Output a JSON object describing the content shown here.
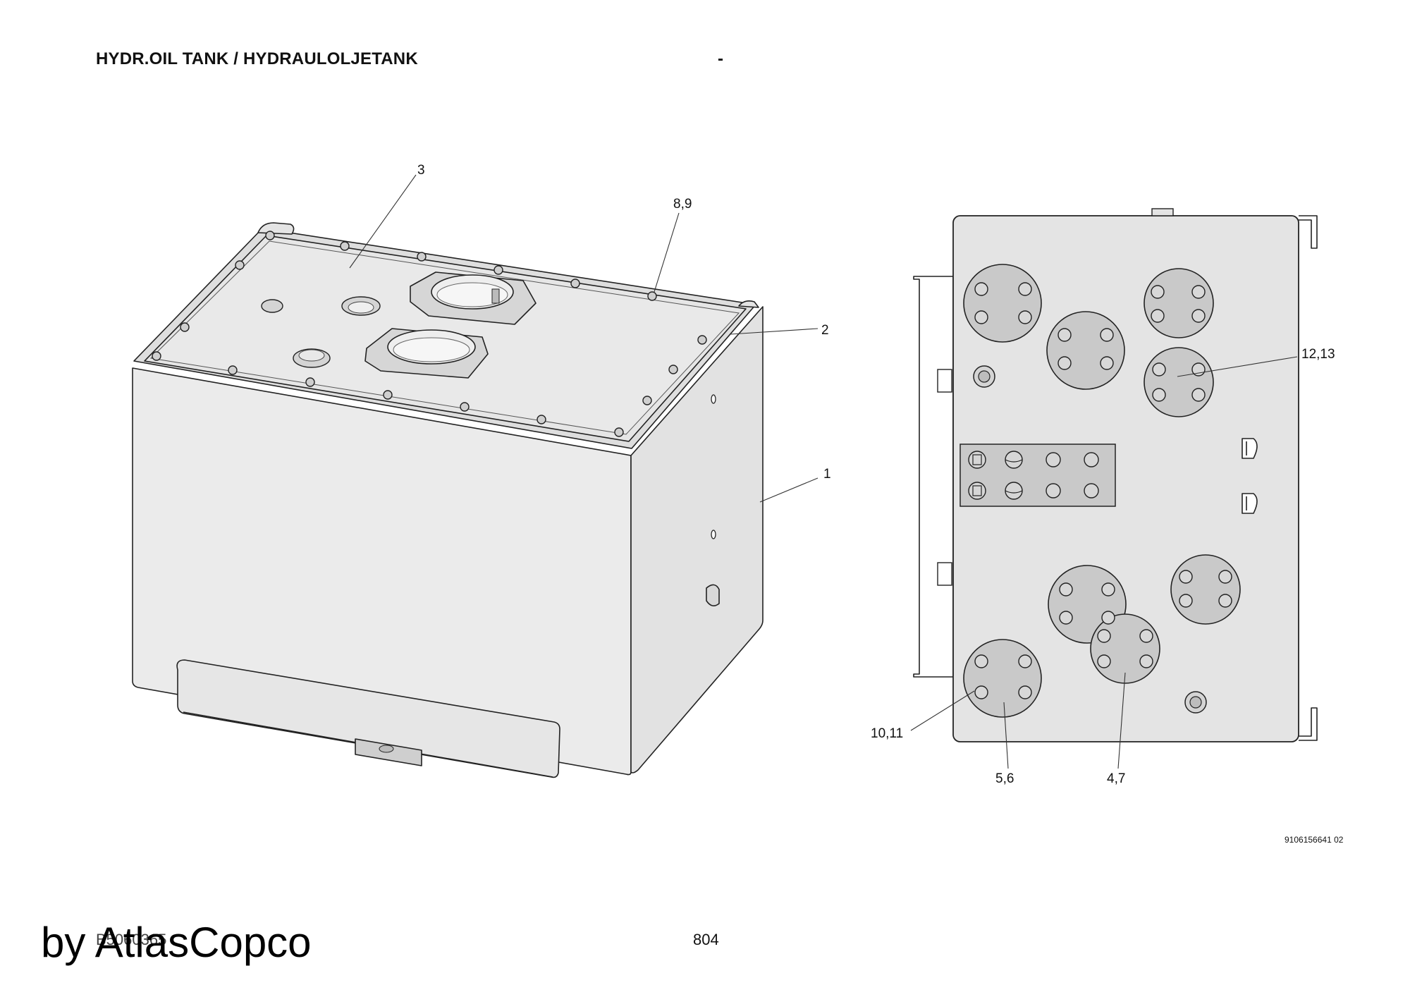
{
  "header": {
    "title": "HYDR.OIL TANK / HYDRAULOLJETANK",
    "dash": "-"
  },
  "callouts": {
    "c3": "3",
    "c89": "8,9",
    "c2": "2",
    "c1": "1",
    "c1213": "12,13",
    "c1011": "10,11",
    "c56": "5,6",
    "c47": "4,7"
  },
  "footer": {
    "drawing_id": "9106156641 02",
    "doc_code": "B5060365",
    "page_number": "804",
    "watermark": "by AtlasCopco"
  }
}
